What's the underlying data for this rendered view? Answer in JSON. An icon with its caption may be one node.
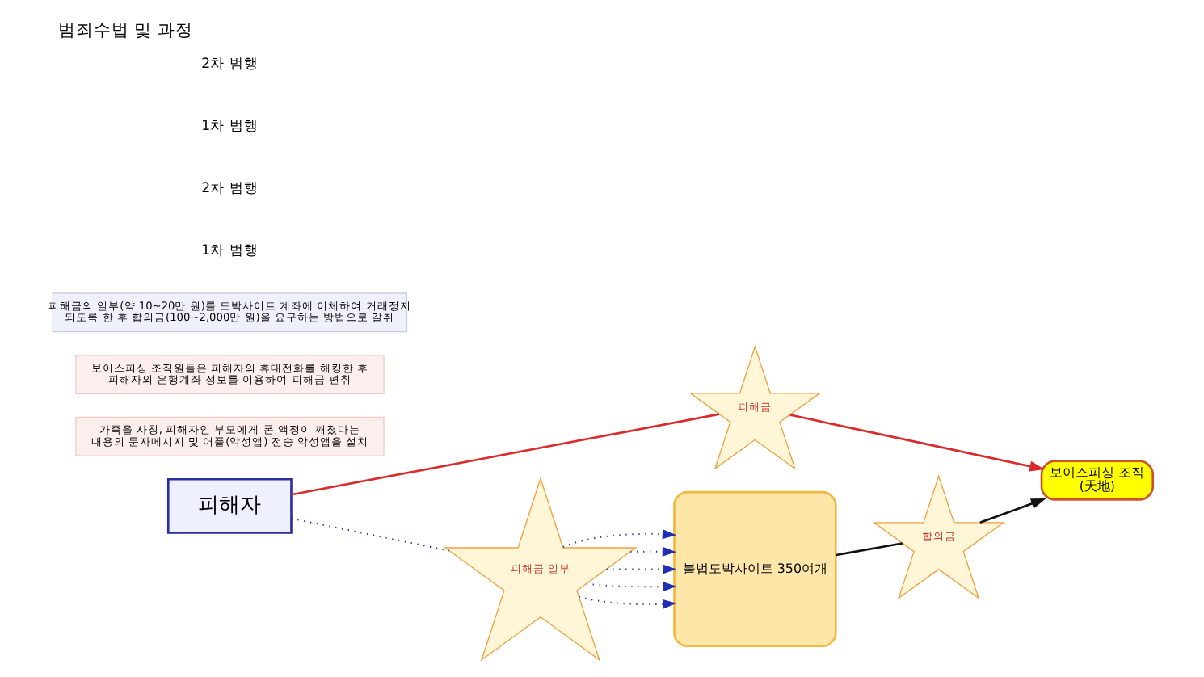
{
  "diagram": {
    "title": "범죄수법 및 과정",
    "nodes": [
      {
        "text": [
          "보이스피싱 조직",
          "(天地)"
        ]
      },
      {
        "text": [
          "피해자"
        ]
      },
      {
        "text": [
          "불법도박사이트 350여개"
        ]
      },
      {
        "text": [
          "피해금"
        ]
      },
      {
        "text": [
          "피해금 일부"
        ]
      },
      {
        "text": [
          "합의금"
        ]
      },
      {
        "text": [
          "가족을 사칭, 피해자인 부모에게 폰 액정이 깨졌다는 내용의 문자메시지 및 어플(악성앱) 전송 악성앱을 설치"
        ]
      },
      {
        "text": [
          "보이스피싱 조직원들은 피해자의 휴대전화를 해킹한 후 피해자의 은행계좌 정보를 이용하여 피해금 편취"
        ]
      },
      {
        "text": [
          "피해금의 일부(약 10~20만 원)를 도박사이트 계좌에 이체하여 거래정지 되도록 한 후 합의금(100~2,000만 원)을 요구하는 방법으로 갈취"
        ]
      }
    ],
    "edges": [
      {
        "from": 1,
        "to": 3,
        "arrow": "none",
        "color": "#d92b2b"
      },
      {
        "from": 3,
        "to": 0,
        "arrow": "to",
        "color": "#d92b2b"
      },
      {
        "from": 1,
        "to": 4,
        "arrow": "none",
        "style": "dashed"
      },
      {
        "from": 4,
        "to": 2,
        "arrow": "to",
        "style": "dashed"
      },
      {
        "from": 4,
        "to": 2,
        "arrow": "to",
        "style": "dashed"
      },
      {
        "from": 4,
        "to": 2,
        "arrow": "to",
        "style": "dashed"
      },
      {
        "from": 4,
        "to": 2,
        "arrow": "to",
        "style": "dashed"
      },
      {
        "from": 4,
        "to": 2,
        "arrow": "to",
        "style": "dashed"
      },
      {
        "from": 2,
        "to": 5,
        "arrow": "none",
        "color": "#111111"
      },
      {
        "from": 5,
        "to": 0,
        "arrow": "to",
        "color": "#111111"
      }
    ],
    "labels": [
      "1차 범행",
      "2차 범행",
      "1차 범행",
      "2차 범행"
    ]
  }
}
